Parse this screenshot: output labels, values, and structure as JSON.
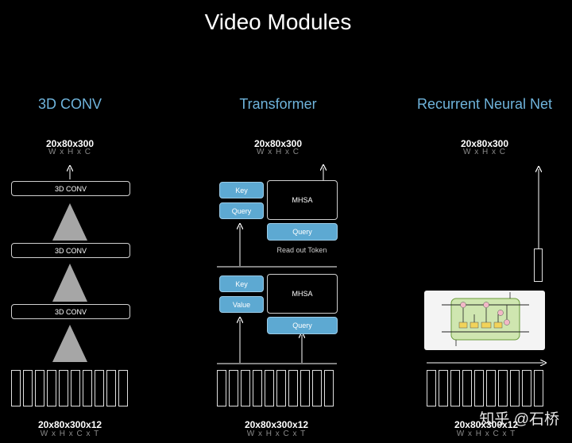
{
  "title": "Video Modules",
  "columns": {
    "conv": {
      "title": "3D CONV",
      "top_dim": "20x80x300",
      "top_sub": "W x H x C",
      "layers": [
        "3D CONV",
        "3D CONV",
        "3D CONV"
      ],
      "bottom_dim": "20x80x300x12",
      "bottom_sub": "W x H x C x T"
    },
    "transformer": {
      "title": "Transformer",
      "top_dim": "20x80x300",
      "top_sub": "W x H x C",
      "upper": {
        "key": "Key",
        "query_left": "Query",
        "mhsa": "MHSA",
        "query": "Query",
        "readout": "Read out Token"
      },
      "lower": {
        "key": "Key",
        "value": "Value",
        "mhsa": "MHSA",
        "query": "Query"
      },
      "bottom_dim": "20x80x300x12",
      "bottom_sub": "W x H x C x T"
    },
    "rnn": {
      "title": "Recurrent Neural Net",
      "top_dim": "20x80x300",
      "top_sub": "W x H x C",
      "bottom_dim": "20x80x300x12",
      "bottom_sub": "W x H x C x T"
    }
  },
  "watermark": "知乎 @石桥"
}
